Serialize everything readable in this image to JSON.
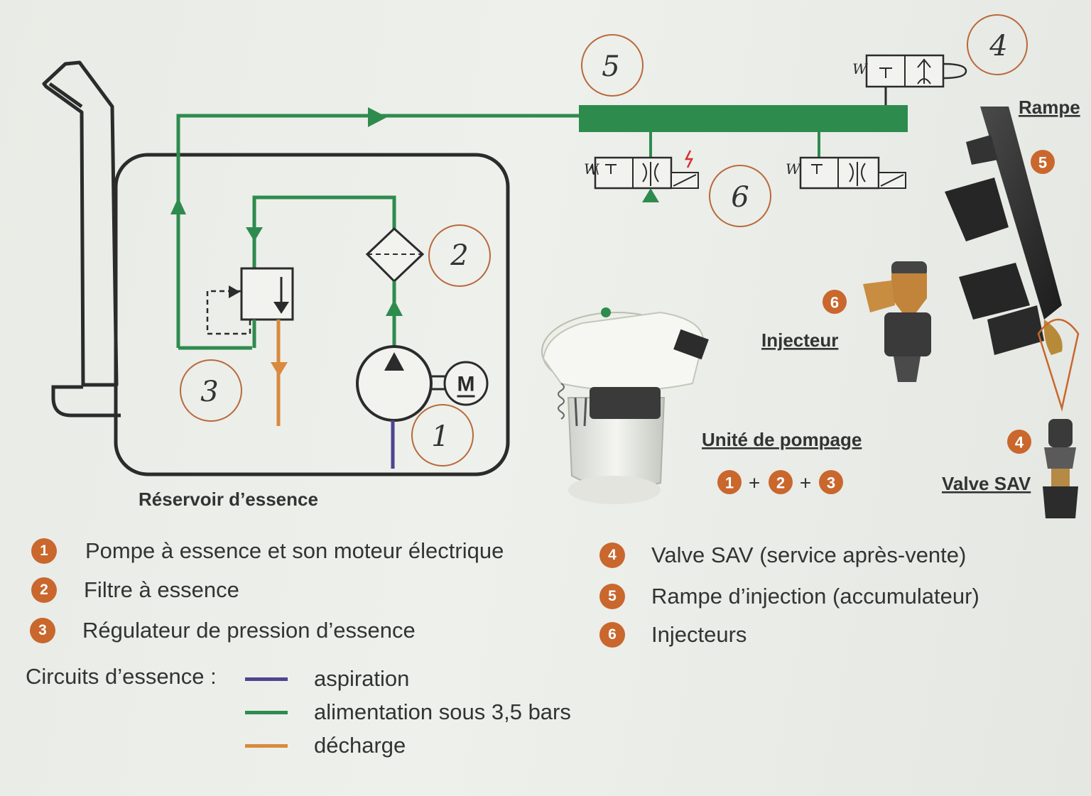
{
  "colors": {
    "feed": "#2e8b4e",
    "discharge": "#d98a3d",
    "suction": "#4b4590",
    "badge": "#c9672d",
    "outline": "#2b2b2b"
  },
  "diagram": {
    "tank_label": "Réservoir d’essence",
    "callouts": [
      "1",
      "2",
      "3",
      "4",
      "5",
      "6"
    ],
    "motor_label": "M",
    "solenoid_marks": [
      "W",
      "W",
      "W"
    ]
  },
  "photos": {
    "rampe_label": "Rampe",
    "injecteur_label": "Injecteur",
    "unite_label": "Unité de pompage",
    "valve_label": "Valve SAV",
    "badge_rampe": "5",
    "badge_injecteur": "6",
    "badge_valve": "4",
    "formula": [
      "1",
      "+",
      "2",
      "+",
      "3"
    ]
  },
  "legend": {
    "items": [
      {
        "num": "1",
        "text": "Pompe à essence et son moteur électrique"
      },
      {
        "num": "2",
        "text": "Filtre à essence"
      },
      {
        "num": "3",
        "text": "Régulateur de pression d’essence"
      },
      {
        "num": "4",
        "text": "Valve SAV (service après-vente)"
      },
      {
        "num": "5",
        "text": "Rampe d’injection (accumulateur)"
      },
      {
        "num": "6",
        "text": "Injecteurs"
      }
    ],
    "circuits_title": "Circuits d’essence :",
    "circuits": [
      {
        "color": "#4b4590",
        "text": "aspiration"
      },
      {
        "color": "#2e8b4e",
        "text": "alimentation sous 3,5 bars"
      },
      {
        "color": "#d98a3d",
        "text": "décharge"
      }
    ]
  }
}
